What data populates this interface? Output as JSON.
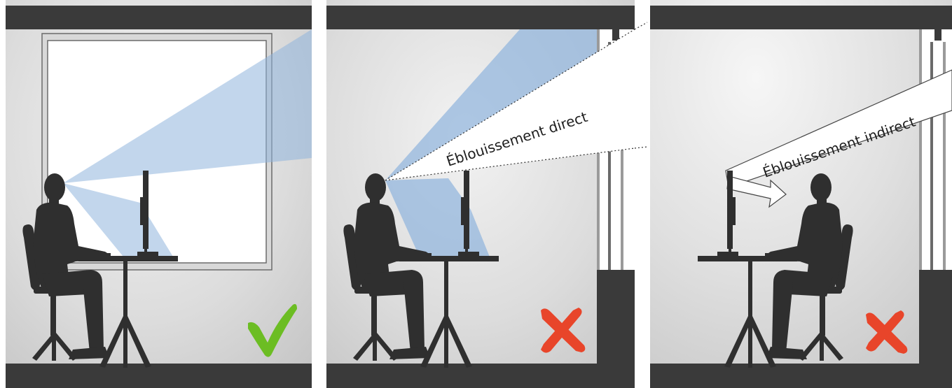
{
  "panels": [
    {
      "id": "correct",
      "label": null,
      "verdict": "correct",
      "verdict_icon": "check-icon",
      "verdict_color": "#6cbd23"
    },
    {
      "id": "direct-glare",
      "label": "Éblouissement direct",
      "verdict": "incorrect",
      "verdict_icon": "cross-icon",
      "verdict_color": "#e8452a"
    },
    {
      "id": "indirect-glare",
      "label": "Éblouissement indirect",
      "verdict": "incorrect",
      "verdict_icon": "cross-icon",
      "verdict_color": "#e8452a"
    }
  ],
  "colors": {
    "wall": "#d2d2d2",
    "ceiling_floor": "#3a3a3a",
    "silhouette": "#2f2f2f",
    "view_cone": "#8fb4dd",
    "window": "#ffffff"
  }
}
